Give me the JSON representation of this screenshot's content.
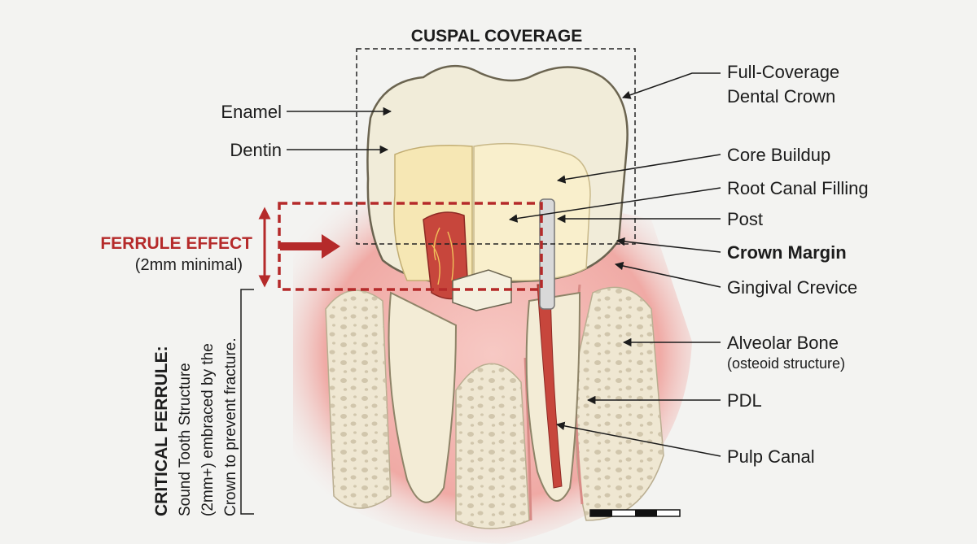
{
  "title": "CUSPAL COVERAGE",
  "left_labels": {
    "enamel": "Enamel",
    "dentin": "Dentin"
  },
  "ferrule": {
    "title": "FERRULE EFFECT",
    "subtitle": "(2mm minimal)"
  },
  "callout": {
    "heading": "CRITICAL FERRULE:",
    "line1": "Sound Tooth Structure",
    "line2": "(2mm+) embraced by the",
    "line3": "Crown to prevent fracture."
  },
  "right_labels": {
    "crown_line1": "Full-Coverage",
    "crown_line2": "Dental Crown",
    "core_buildup": "Core Buildup",
    "root_canal_filling": "Root Canal Filling",
    "post": "Post",
    "crown_margin": "Crown Margin",
    "gingival_crevice": "Gingival Crevice",
    "alveolar_bone": "Alveolar Bone",
    "alveolar_bone_sub": "(osteoid structure)",
    "pdl": "PDL",
    "pulp_canal": "Pulp Canal"
  },
  "colors": {
    "accent_red": "#b52a2a",
    "enamel": "#f1ecd9",
    "dentin": "#f6e7b4",
    "gum": "#f2b6b2",
    "bone": "#efe7d2",
    "pulp": "#c7463c"
  }
}
